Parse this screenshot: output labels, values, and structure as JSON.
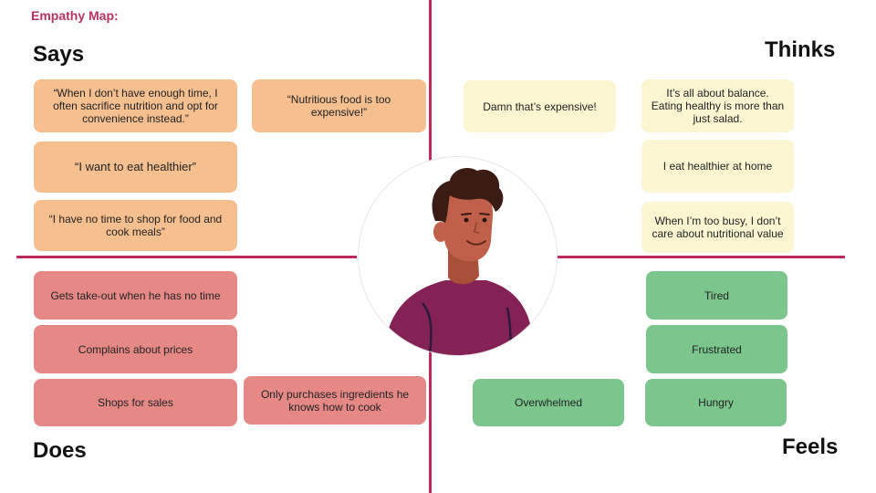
{
  "title": "Empathy Map:",
  "quadrants": {
    "says": "Says",
    "thinks": "Thinks",
    "does": "Does",
    "feels": "Feels"
  },
  "says_notes": [
    "“When I don’t have enough time, I often sacrifice nutrition and opt for convenience instead.”",
    "“Nutritious food is too expensive!”",
    "“I want to eat healthier”",
    "“I have no time to shop for food and cook meals”"
  ],
  "thinks_notes": [
    "Damn that’s expensive!",
    "It’s all about balance. Eating healthy is more than just salad.",
    "I eat healthier at home",
    "When I’m too busy, I don’t care about nutritional value"
  ],
  "does_notes": [
    "Gets take-out when he has no time",
    "Complains about prices",
    "Shops for sales",
    "Only purchases ingredients he knows how to cook"
  ],
  "feels_notes": [
    "Tired",
    "Frustrated",
    "Overwhelmed",
    "Hungry"
  ],
  "colors": {
    "accent": "#bb2a58",
    "says": "#f6bf8f",
    "thinks": "#fbf5d2",
    "does": "#e68986",
    "feels": "#7cc68e"
  }
}
